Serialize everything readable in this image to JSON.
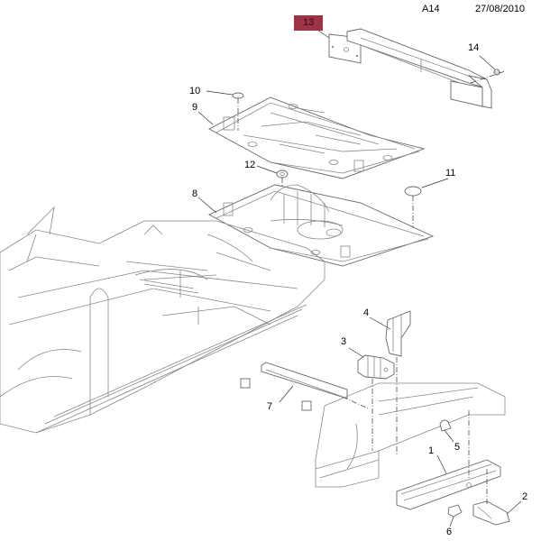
{
  "header": {
    "diagram_code": "A14",
    "date": "27/08/2010"
  },
  "diagram": {
    "type": "exploded-parts-view",
    "subject": "vehicle underbody floor panels and side sill components",
    "highlight_color": "#9e3246",
    "callouts": [
      {
        "id": "c1",
        "label": "1"
      },
      {
        "id": "c2",
        "label": "2"
      },
      {
        "id": "c3",
        "label": "3"
      },
      {
        "id": "c4",
        "label": "4"
      },
      {
        "id": "c5",
        "label": "5"
      },
      {
        "id": "c6",
        "label": "6"
      },
      {
        "id": "c7",
        "label": "7"
      },
      {
        "id": "c8",
        "label": "8"
      },
      {
        "id": "c9",
        "label": "9"
      },
      {
        "id": "c10",
        "label": "10"
      },
      {
        "id": "c11",
        "label": "11"
      },
      {
        "id": "c12",
        "label": "12"
      },
      {
        "id": "c13",
        "label": "13",
        "highlighted": true
      },
      {
        "id": "c14",
        "label": "14"
      }
    ]
  }
}
